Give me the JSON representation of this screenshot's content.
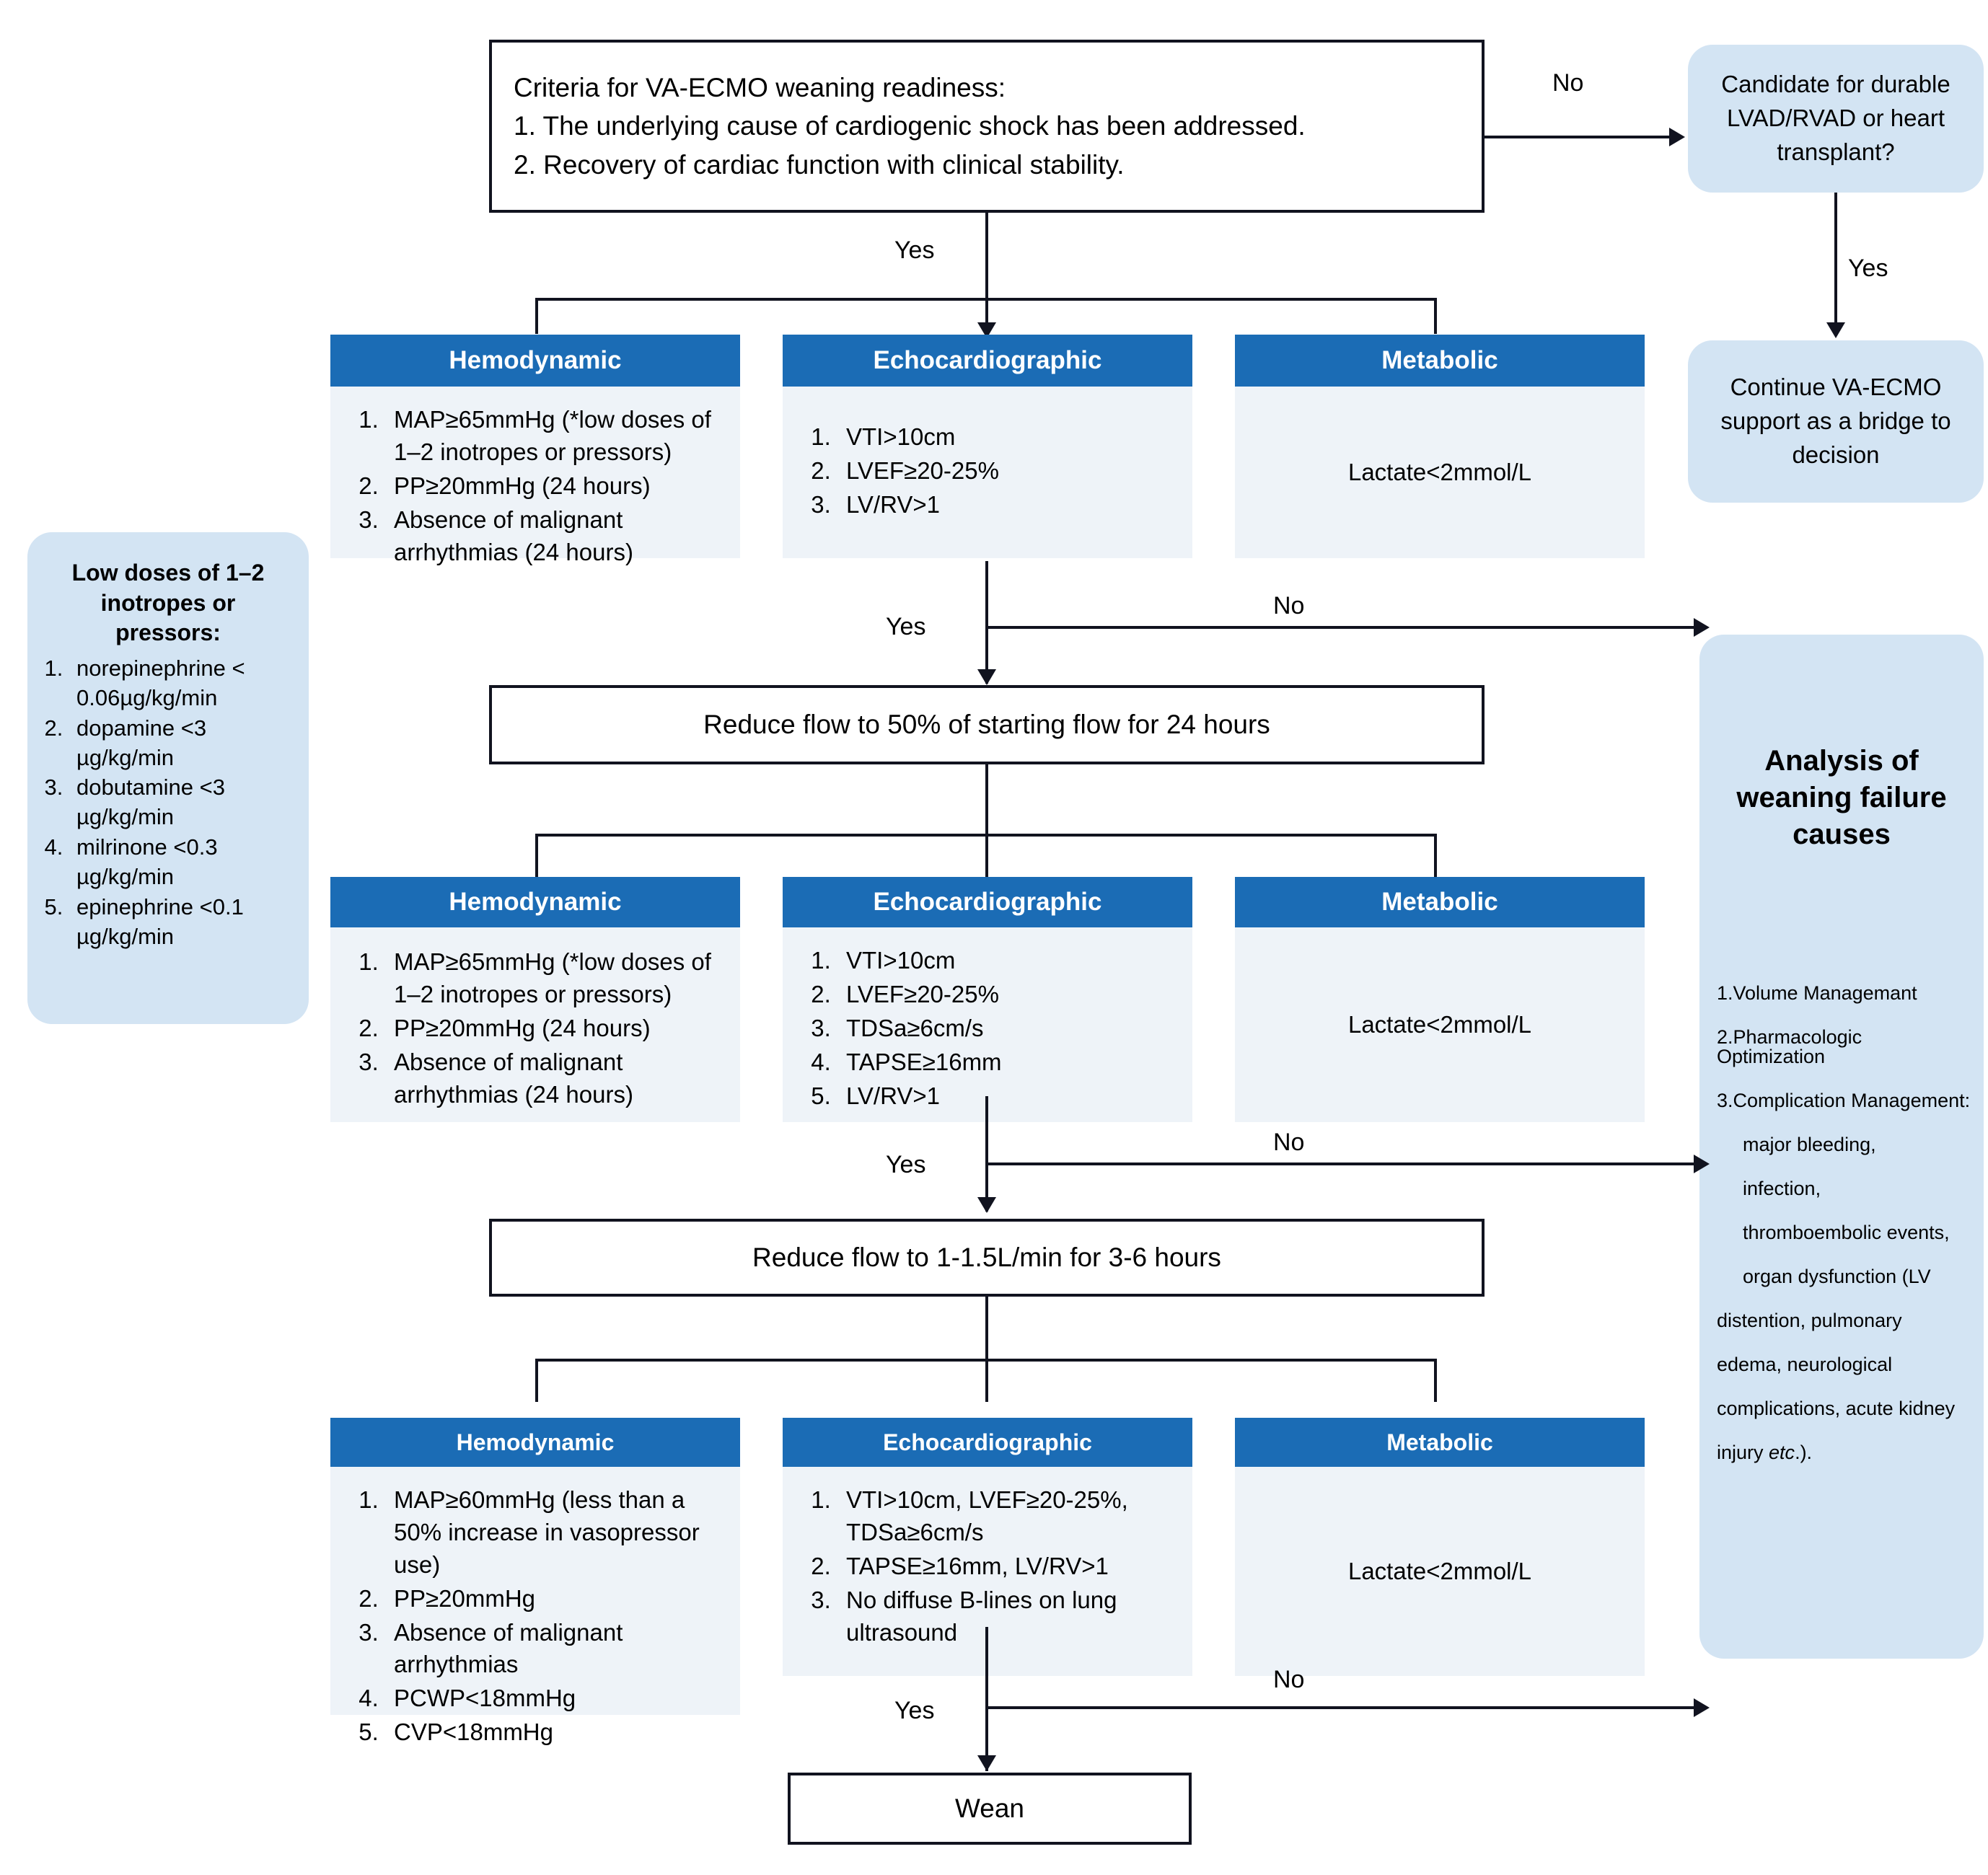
{
  "diagram": {
    "title": "VA-ECMO weaning readiness algorithm",
    "colors": {
      "header_blue": "#1b6cb5",
      "card_body": "#eef3f8",
      "panel_blue": "#d3e4f3",
      "line": "#11131f"
    }
  },
  "start_box": {
    "text": "Criteria for VA-ECMO weaning readiness:\n1. The underlying cause of cardiogenic shock has been addressed.\n2. Recovery of cardiac function with clinical stability."
  },
  "edges": {
    "start_no": "No",
    "start_yes": "Yes",
    "candidate_yes": "Yes",
    "stage1_yes": "Yes",
    "stage1_no": "No",
    "stage2_yes": "Yes",
    "stage2_no": "No",
    "stage3_yes": "Yes",
    "stage3_no": "No"
  },
  "candidate_box": {
    "text": "Candidate for durable LVAD/RVAD or heart transplant?"
  },
  "continue_box": {
    "text": "Continue VA-ECMO support as a bridge to decision"
  },
  "inotrope_note": {
    "title": "Low doses of 1–2 inotropes or pressors:",
    "items": [
      "norepinephrine < 0.06µg/kg/min",
      "dopamine <3 µg/kg/min",
      "dobutamine <3 µg/kg/min",
      "milrinone <0.3 µg/kg/min",
      "epinephrine <0.1 µg/kg/min"
    ]
  },
  "failure_panel": {
    "title": "Analysis of weaning failure causes",
    "lines": [
      {
        "text": "1.Volume Managemant",
        "indent": false
      },
      {
        "text": "2.Pharmacologic Optimization",
        "indent": false
      },
      {
        "text": "3.Complication Management:",
        "indent": false
      },
      {
        "text": "major bleeding,",
        "indent": true
      },
      {
        "text": "infection,",
        "indent": true
      },
      {
        "text": "thromboembolic events,",
        "indent": true
      },
      {
        "text": "organ dysfunction (LV",
        "indent": true
      },
      {
        "text": "distention, pulmonary",
        "indent": false
      },
      {
        "text": "edema, neurological",
        "indent": false
      },
      {
        "text": "complications, acute kidney",
        "indent": false
      },
      {
        "text": "injury etc.).",
        "indent": false,
        "italic_tail": "etc."
      }
    ]
  },
  "stage1": {
    "hemodynamic": {
      "header": "Hemodynamic",
      "items": [
        "MAP≥65mmHg (*low doses of 1–2 inotropes or pressors)",
        "PP≥20mmHg (24 hours)",
        "Absence of malignant arrhythmias (24 hours)"
      ]
    },
    "echocardiographic": {
      "header": "Echocardiographic",
      "items": [
        "VTI>10cm",
        "LVEF≥20-25%",
        "LV/RV>1"
      ]
    },
    "metabolic": {
      "header": "Metabolic",
      "value": "Lactate<2mmol/L"
    }
  },
  "step1_box": {
    "text": "Reduce flow to 50% of starting flow for 24 hours"
  },
  "stage2": {
    "hemodynamic": {
      "header": "Hemodynamic",
      "items": [
        "MAP≥65mmHg (*low doses of 1–2 inotropes or pressors)",
        "PP≥20mmHg (24 hours)",
        "Absence of malignant arrhythmias (24 hours)"
      ]
    },
    "echocardiographic": {
      "header": "Echocardiographic",
      "items": [
        "VTI>10cm",
        "LVEF≥20-25%",
        "TDSa≥6cm/s",
        "TAPSE≥16mm",
        "LV/RV>1"
      ]
    },
    "metabolic": {
      "header": "Metabolic",
      "value": "Lactate<2mmol/L"
    }
  },
  "step2_box": {
    "text": "Reduce flow to 1-1.5L/min for 3-6 hours"
  },
  "stage3": {
    "hemodynamic": {
      "header": "Hemodynamic",
      "items": [
        "MAP≥60mmHg (less than a 50% increase in vasopressor use)",
        "PP≥20mmHg",
        "Absence of malignant arrhythmias",
        "PCWP<18mmHg",
        "CVP<18mmHg"
      ]
    },
    "echocardiographic": {
      "header": "Echocardiographic",
      "items": [
        "VTI>10cm,   LVEF≥20-25%, TDSa≥6cm/s",
        "TAPSE≥16mm,   LV/RV>1",
        "No diffuse B-lines on lung ultrasound"
      ]
    },
    "metabolic": {
      "header": "Metabolic",
      "value": "Lactate<2mmol/L"
    }
  },
  "wean_box": {
    "text": "Wean"
  }
}
